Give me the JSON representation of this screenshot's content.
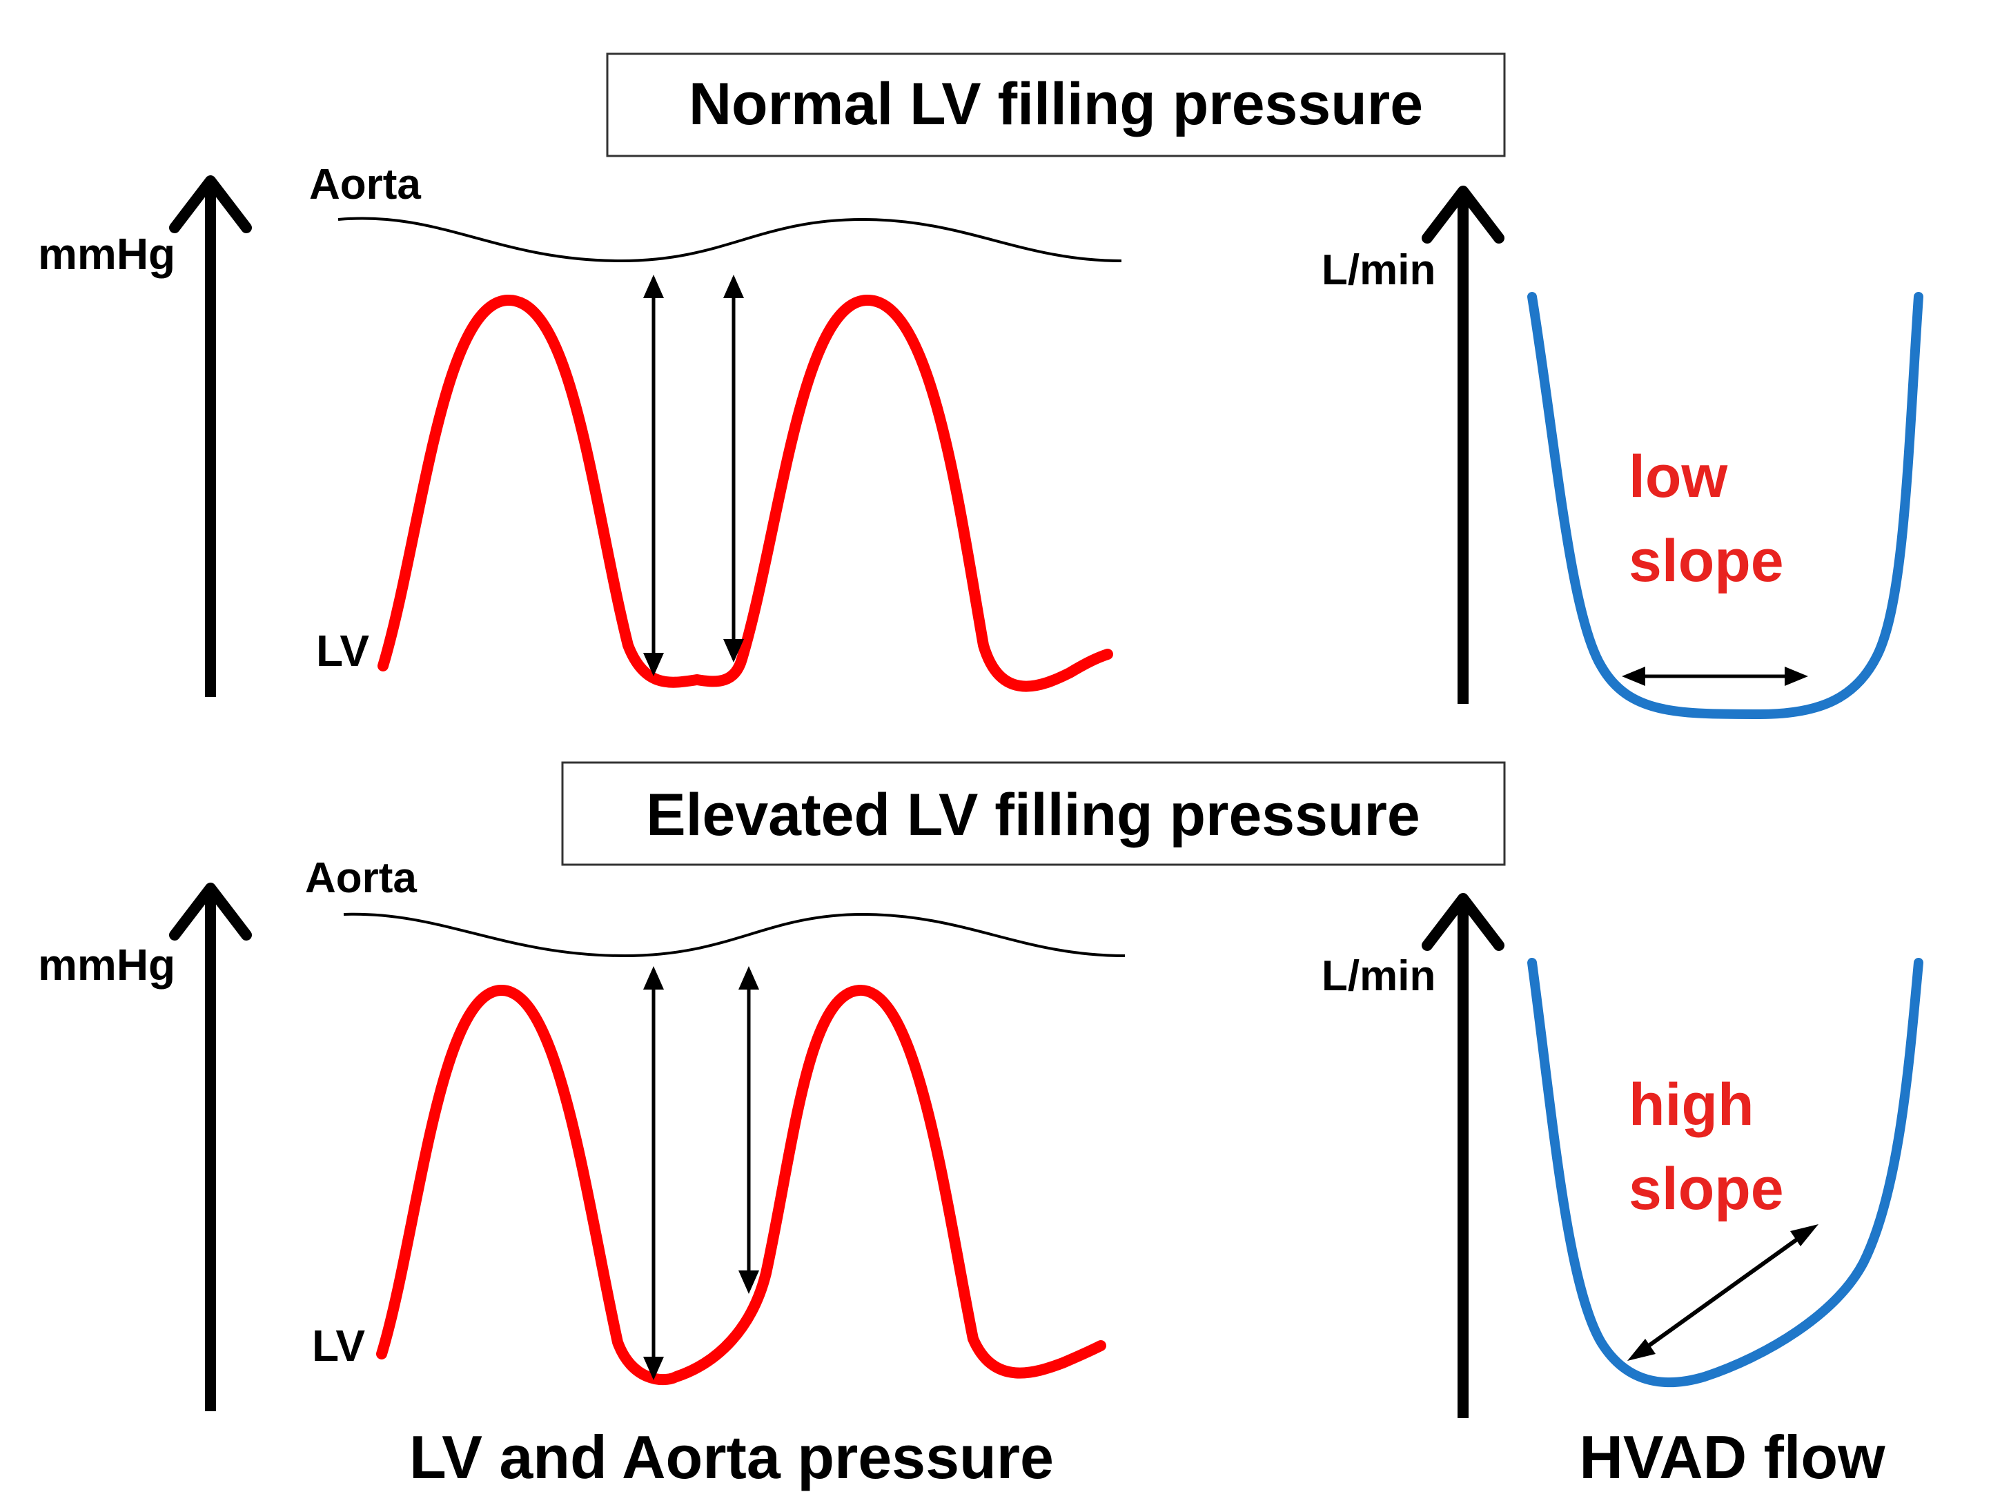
{
  "colors": {
    "lv_curve": "#ff0000",
    "hvad_curve": "#1f77c9",
    "annotation_text": "#e8231f",
    "aorta_curve": "#000000",
    "axis": "#000000"
  },
  "panels": [
    {
      "title": "Normal LV filling pressure",
      "pressure_plot": {
        "axis_label": "mmHg",
        "aorta_label": "Aorta",
        "lv_label": "LV"
      },
      "flow_plot": {
        "axis_label": "L/min",
        "annotation_line1": "low",
        "annotation_line2": "slope"
      }
    },
    {
      "title": "Elevated LV filling pressure",
      "pressure_plot": {
        "axis_label": "mmHg",
        "aorta_label": "Aorta",
        "lv_label": "LV"
      },
      "flow_plot": {
        "axis_label": "L/min",
        "annotation_line1": "high",
        "annotation_line2": "slope"
      }
    }
  ],
  "footer": {
    "left_caption": "LV and Aorta pressure",
    "right_caption": "HVAD flow"
  },
  "icons": {
    "axis_arrow": "up-arrow-icon",
    "gradient_arrow": "double-headed-arrow-icon"
  }
}
